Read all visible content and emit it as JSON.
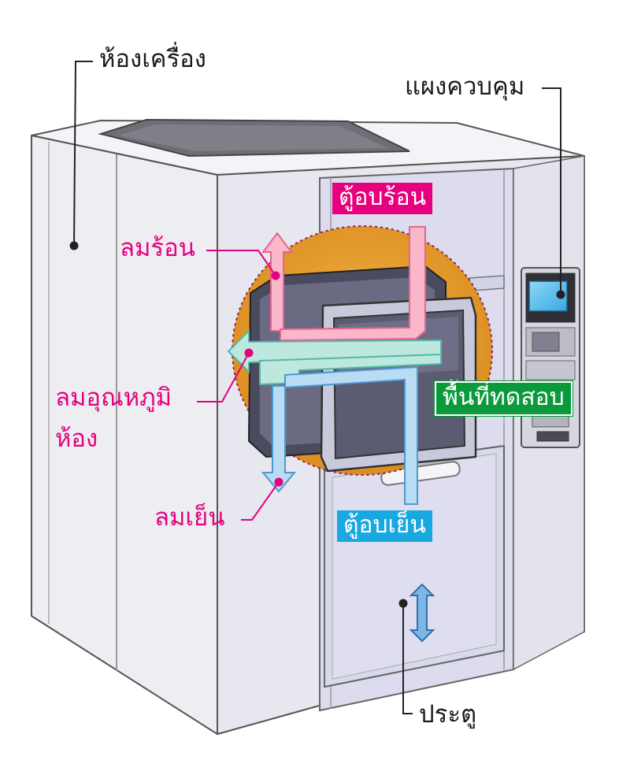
{
  "labels": {
    "machine_room": "ห้องเครื่อง",
    "control_panel": "แผงควบคุม",
    "hot_chamber": "ตู้อบร้อน",
    "hot_air": "ลมร้อน",
    "room_temp_air_line1": "ลมอุณหภูมิ",
    "room_temp_air_line2": "ห้อง",
    "test_area": "พื้นที่ทดสอบ",
    "cold_air": "ลมเย็น",
    "cold_chamber": "ตู้อบเย็น",
    "door": "ประตู"
  },
  "colors": {
    "label_dark": "#1a1a1a",
    "label_pink": "#e6007e",
    "hot_box": "#e6007e",
    "test_box": "#0a9a3c",
    "cold_box": "#19a8e0",
    "chamber_orange": "#e29a2a",
    "hot_arrow": "#f9b7c9",
    "cold_arrow": "#b9dcf4",
    "room_arrow": "#bde8de",
    "cabinet_body": "#efeff3",
    "front_panel": "#dcdcee"
  }
}
